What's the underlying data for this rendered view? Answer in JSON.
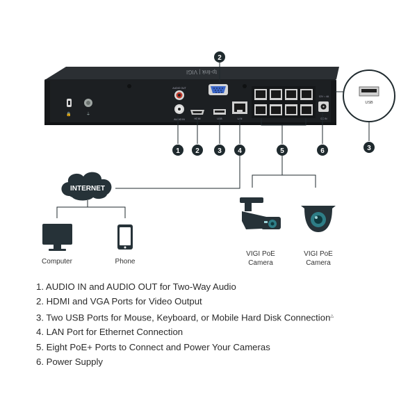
{
  "colors": {
    "device_body": "#1c1f22",
    "device_top": "#2b2f33",
    "callout_fill": "#1f2a2e",
    "line": "#1f2a2e",
    "teal": "#2e7d86",
    "cloud": "#263238"
  },
  "device": {
    "brand_text": "tp-link | VIGI",
    "port_labels": {
      "audio_in": "AUDIO IN",
      "audio_out": "AUDIO OUT",
      "hdmi": "HDMI",
      "usb": "USB",
      "lan": "LAN",
      "dc": "12V ⎓ 4A",
      "dc_sub": "DC IN"
    }
  },
  "callouts": [
    {
      "id": "1",
      "target": "audio"
    },
    {
      "id": "2",
      "target": "hdmi"
    },
    {
      "id": "3",
      "target": "usb"
    },
    {
      "id": "4",
      "target": "lan"
    },
    {
      "id": "5",
      "target": "poe"
    },
    {
      "id": "6",
      "target": "power"
    }
  ],
  "top_callout": {
    "id": "2"
  },
  "side_callout": {
    "id": "3",
    "usb_label": "USB"
  },
  "network": {
    "internet_label": "INTERNET",
    "computer_label": "Computer",
    "phone_label": "Phone",
    "camera1_label_line1": "VIGI PoE",
    "camera1_label_line2": "Camera",
    "camera2_label_line1": "VIGI PoE",
    "camera2_label_line2": "Camera"
  },
  "legend": [
    {
      "text": "1. AUDIO IN and AUDIO OUT for Two-Way Audio"
    },
    {
      "text": "2. HDMI and VGA Ports for Video Output"
    },
    {
      "text": "3. Two USB Ports for Mouse, Keyboard, or Mobile Hard Disk Connection",
      "sup": "△"
    },
    {
      "text": "4. LAN Port for Ethernet Connection"
    },
    {
      "text": "5. Eight PoE+ Ports to Connect and Power Your Cameras"
    },
    {
      "text": "6. Power Supply"
    }
  ]
}
